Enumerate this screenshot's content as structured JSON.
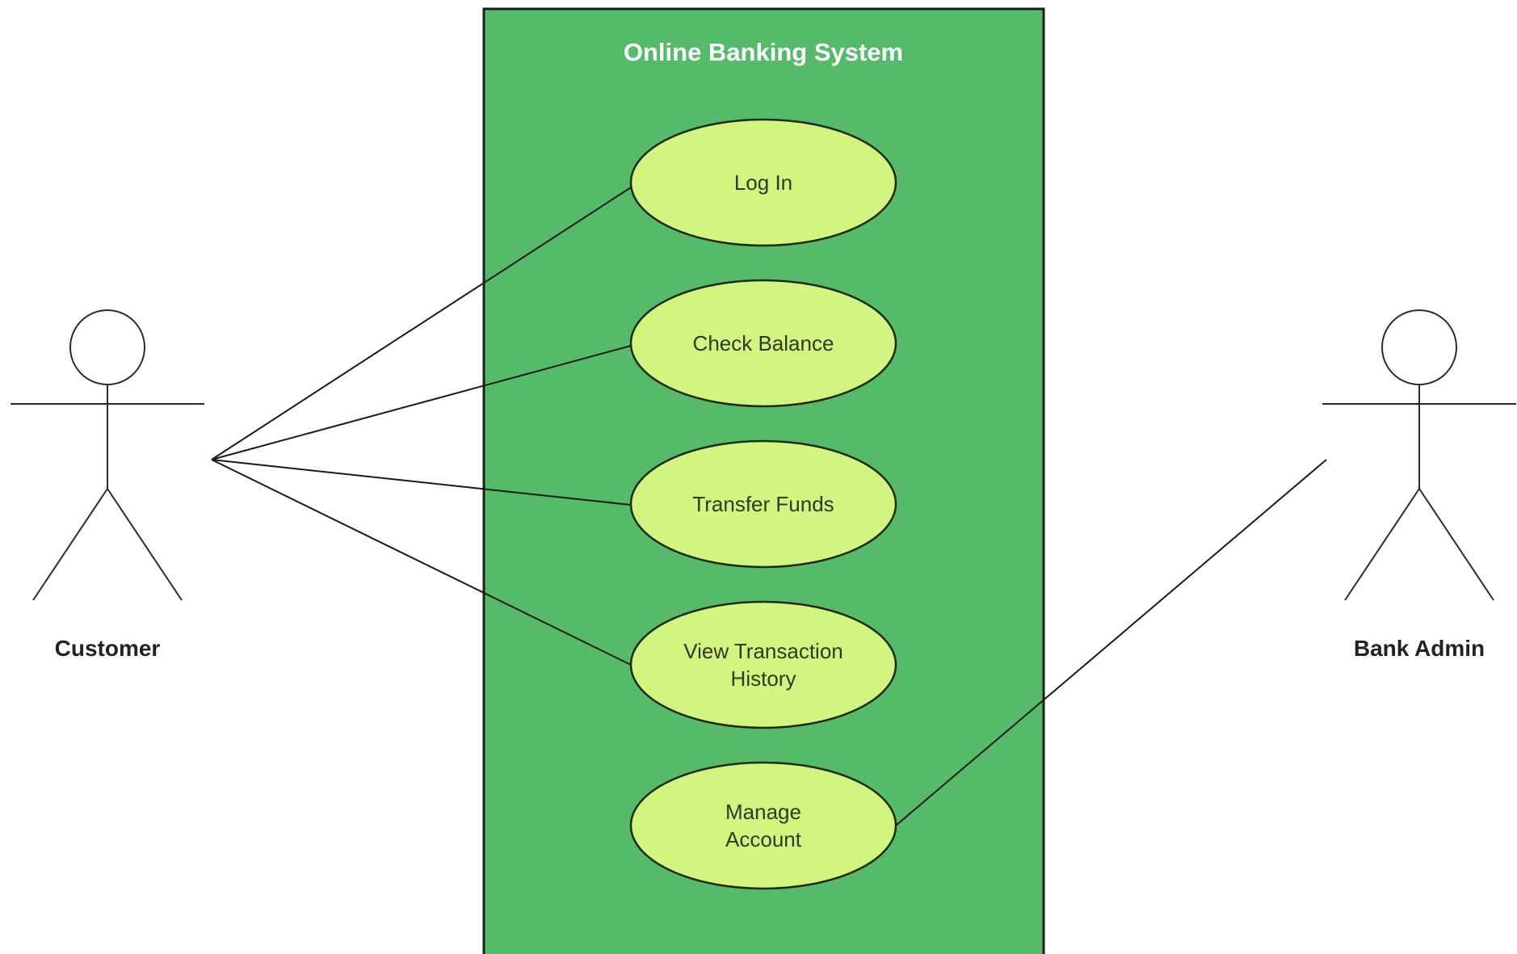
{
  "system": {
    "title": "Online Banking System"
  },
  "actors": [
    {
      "id": "customer",
      "name": "Customer"
    },
    {
      "id": "bank-admin",
      "name": "Bank Admin"
    }
  ],
  "use_cases": [
    {
      "id": "log-in",
      "lines": [
        "Log In"
      ]
    },
    {
      "id": "check-balance",
      "lines": [
        "Check Balance"
      ]
    },
    {
      "id": "transfer-funds",
      "lines": [
        "Transfer Funds"
      ]
    },
    {
      "id": "view-transaction-history",
      "lines": [
        "View Transaction",
        "History"
      ]
    },
    {
      "id": "manage-account",
      "lines": [
        "Manage",
        "Account"
      ]
    }
  ],
  "associations": [
    {
      "actor": "customer",
      "use_case": "log-in"
    },
    {
      "actor": "customer",
      "use_case": "check-balance"
    },
    {
      "actor": "customer",
      "use_case": "transfer-funds"
    },
    {
      "actor": "customer",
      "use_case": "view-transaction-history"
    },
    {
      "actor": "bank-admin",
      "use_case": "manage-account"
    }
  ],
  "colors": {
    "system_fill": "#55bb6b",
    "use_case_fill": "#d2f57f",
    "title_text": "#ffffff"
  }
}
